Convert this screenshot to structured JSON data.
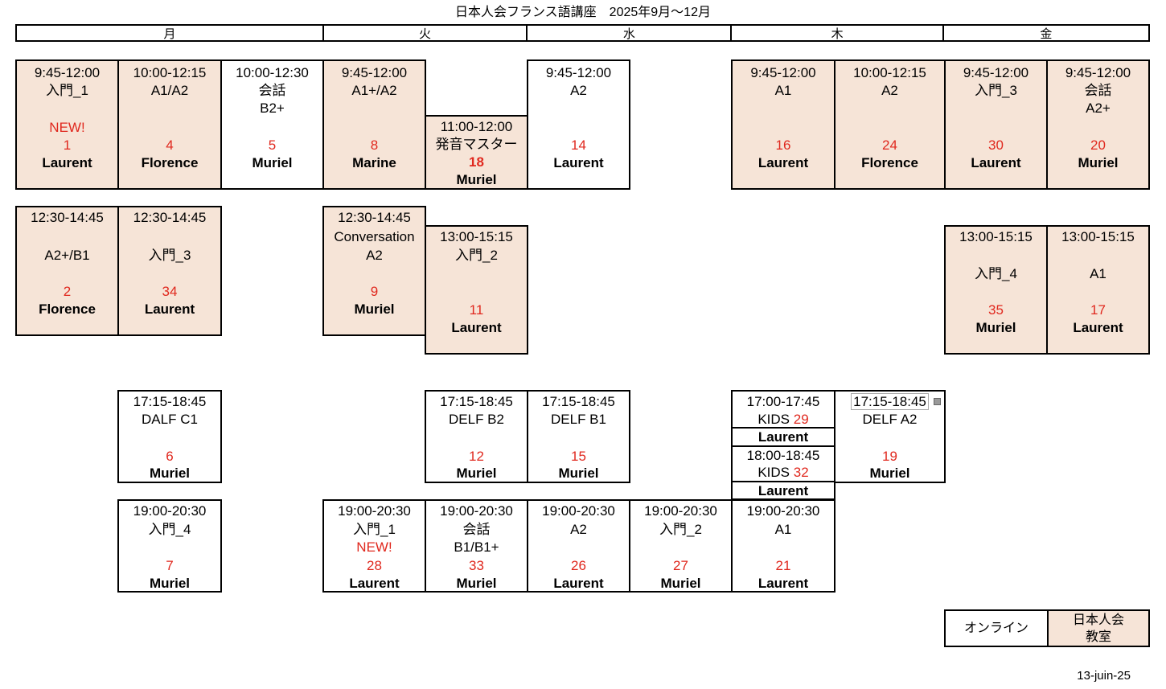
{
  "title": "日本人会フランス語講座　2025年9月〜12月",
  "days": [
    "月",
    "火",
    "水",
    "木",
    "金"
  ],
  "classes": {
    "c1": {
      "time": "9:45-12:00",
      "name": "入門_1",
      "tag": "NEW!",
      "num": "1",
      "teacher": "Laurent"
    },
    "c2": {
      "time": "10:00-12:15",
      "name": "A1/A2",
      "num": "4",
      "teacher": "Florence"
    },
    "c3": {
      "time": "10:00-12:30",
      "name": "会話",
      "name2": "B2+",
      "num": "5",
      "teacher": "Muriel"
    },
    "c4": {
      "time": "9:45-12:00",
      "name": "A1+/A2",
      "num": "8",
      "teacher": "Marine"
    },
    "c5": {
      "time": "11:00-12:00",
      "name": "発音マスター",
      "num": "18",
      "teacher": "Muriel"
    },
    "c6": {
      "time": "9:45-12:00",
      "name": "A2",
      "num": "14",
      "teacher": "Laurent"
    },
    "c7": {
      "time": "9:45-12:00",
      "name": "A1",
      "num": "16",
      "teacher": "Laurent"
    },
    "c8": {
      "time": "10:00-12:15",
      "name": "A2",
      "num": "24",
      "teacher": "Florence"
    },
    "c9": {
      "time": "9:45-12:00",
      "name": "入門_3",
      "num": "30",
      "teacher": "Laurent"
    },
    "c10": {
      "time": "9:45-12:00",
      "name": "会話",
      "name2": "A2+",
      "num": "20",
      "teacher": "Muriel"
    },
    "c11": {
      "time": "12:30-14:45",
      "name": "A2+/B1",
      "num": "2",
      "teacher": "Florence"
    },
    "c12": {
      "time": "12:30-14:45",
      "name": "入門_3",
      "num": "34",
      "teacher": "Laurent"
    },
    "c13": {
      "time": "12:30-14:45",
      "name": "Conversation",
      "name2": "A2",
      "num": "9",
      "teacher": "Muriel"
    },
    "c14": {
      "time": "13:00-15:15",
      "name": "入門_2",
      "num": "11",
      "teacher": "Laurent"
    },
    "c15": {
      "time": "13:00-15:15",
      "name": "入門_4",
      "num": "35",
      "teacher": "Muriel"
    },
    "c16": {
      "time": "13:00-15:15",
      "name": "A1",
      "num": "17",
      "teacher": "Laurent"
    },
    "c17": {
      "time": "17:15-18:45",
      "name": "DALF C1",
      "num": "6",
      "teacher": "Muriel"
    },
    "c18": {
      "time": "17:15-18:45",
      "name": "DELF B2",
      "num": "12",
      "teacher": "Muriel"
    },
    "c19": {
      "time": "17:15-18:45",
      "name": "DELF B1",
      "num": "15",
      "teacher": "Muriel"
    },
    "c20": {
      "time": "17:00-17:45",
      "name": "KIDS",
      "num": "29",
      "teacher": "Laurent"
    },
    "c21": {
      "time": "18:00-18:45",
      "name": "KIDS",
      "num": "32",
      "teacher": "Laurent"
    },
    "c22": {
      "time": "17:15-18:45",
      "name": "DELF A2",
      "num": "19",
      "teacher": "Muriel"
    },
    "c23": {
      "time": "19:00-20:30",
      "name": "入門_4",
      "num": "7",
      "teacher": "Muriel"
    },
    "c24": {
      "time": "19:00-20:30",
      "name": "入門_1",
      "tag": "NEW!",
      "num": "28",
      "teacher": "Laurent"
    },
    "c25": {
      "time": "19:00-20:30",
      "name": "会話",
      "name2": "B1/B1+",
      "num": "33",
      "teacher": "Muriel"
    },
    "c26": {
      "time": "19:00-20:30",
      "name": "A2",
      "num": "26",
      "teacher": "Laurent"
    },
    "c27": {
      "time": "19:00-20:30",
      "name": "入門_2",
      "num": "27",
      "teacher": "Muriel"
    },
    "c28": {
      "time": "19:00-20:30",
      "name": "A1",
      "num": "21",
      "teacher": "Laurent"
    }
  },
  "legend": {
    "online": "オンライン",
    "onsite_line1": "日本人会",
    "onsite_line2": "教室"
  },
  "colors": {
    "onsite_bg": "#f6e4d7",
    "number_red": "#e0281e"
  },
  "date": "13-juin-25"
}
